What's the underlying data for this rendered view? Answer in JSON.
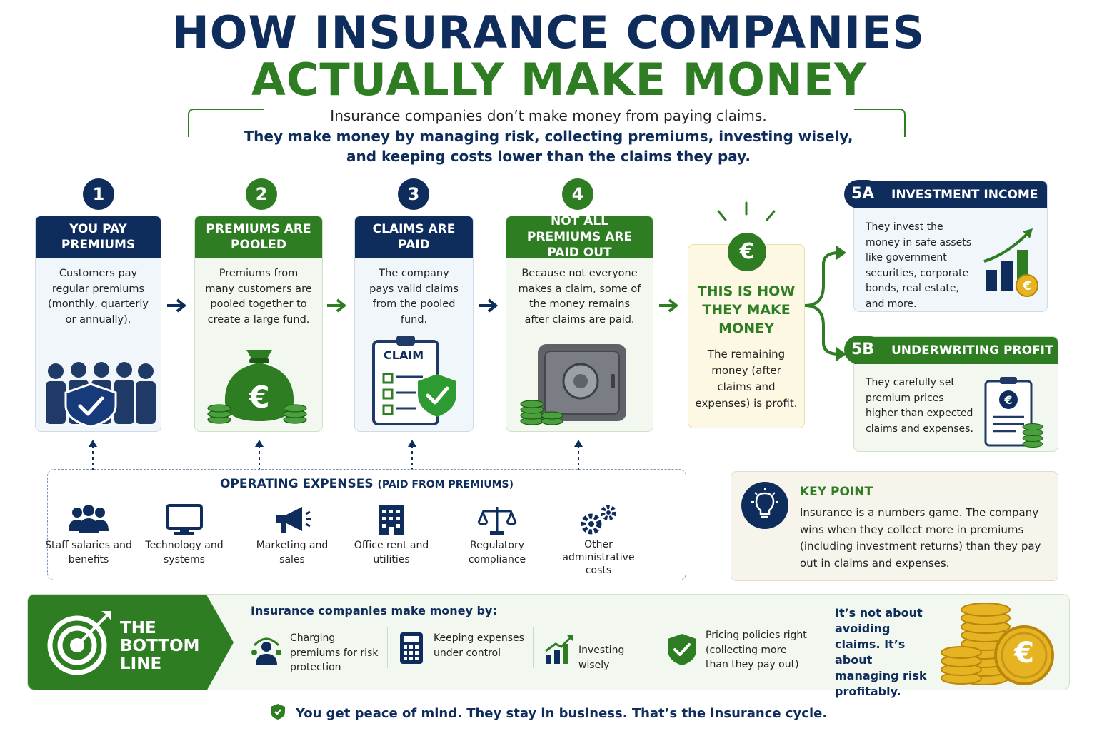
{
  "title": {
    "line1": "HOW INSURANCE COMPANIES",
    "line2": "ACTUALLY MAKE MONEY"
  },
  "subtitle": {
    "line1": "Insurance companies don’t make money from paying claims.",
    "line2": "They make money by managing risk, collecting premiums, investing wisely,",
    "line3": "and keeping costs lower than the claims they pay."
  },
  "steps": [
    {
      "number": "1",
      "title": "YOU PAY PREMIUMS",
      "text": "Customers pay regular premiums (monthly, quarterly or annually)."
    },
    {
      "number": "2",
      "title": "PREMIUMS ARE POOLED",
      "text": "Premiums from many customers are pooled together to create a large fund."
    },
    {
      "number": "3",
      "title": "CLAIMS ARE PAID",
      "text": "The company pays valid claims from the pooled fund.",
      "clipboard_label": "CLAIM"
    },
    {
      "number": "4",
      "title": "NOT ALL PREMIUMS ARE PAID OUT",
      "text": "Because not everyone makes a claim, some of the money remains after claims are paid."
    }
  ],
  "profit": {
    "symbol": "€",
    "title": "THIS IS HOW THEY MAKE MONEY",
    "text": "The remaining money (after claims and expenses) is profit."
  },
  "side5a": {
    "tag": "5A",
    "title": "INVESTMENT INCOME",
    "text": "They invest the money in safe assets like government securities, corporate bonds, real estate, and more."
  },
  "side5b": {
    "tag": "5B",
    "title": "UNDERWRITING PROFIT",
    "text": "They carefully set premium prices higher than expected claims and expenses."
  },
  "operating_expenses": {
    "title": "OPERATING EXPENSES",
    "subtitle": "(PAID FROM PREMIUMS)",
    "items": [
      {
        "label": "Staff salaries and benefits",
        "icon": "people-icon"
      },
      {
        "label": "Technology and systems",
        "icon": "monitor-icon"
      },
      {
        "label": "Marketing and sales",
        "icon": "megaphone-icon"
      },
      {
        "label": "Office rent and utilities",
        "icon": "building-icon"
      },
      {
        "label": "Regulatory compliance",
        "icon": "scales-icon"
      },
      {
        "label": "Other administrative costs",
        "icon": "gears-icon"
      }
    ]
  },
  "key_point": {
    "title": "KEY POINT",
    "text": "Insurance is a numbers game. The company wins when they collect more in premiums (including investment returns) than they pay out in claims and expenses."
  },
  "bottom_line": {
    "title": "THE BOTTOM LINE",
    "heading": "Insurance companies make money by:",
    "items": [
      {
        "label": "Charging premiums for risk protection",
        "icon": "person-protection-icon"
      },
      {
        "label": "Keeping expenses under control",
        "icon": "calculator-icon"
      },
      {
        "label": "Investing wisely",
        "icon": "growth-chart-icon"
      },
      {
        "label": "Pricing policies right (collecting more than they pay out)",
        "icon": "check-shield-icon"
      }
    ],
    "quote": "It’s not about avoiding claims. It’s about managing risk profitably.",
    "coin_symbol": "€"
  },
  "footer": "You get peace of mind. They stay in business. That’s the insurance cycle.",
  "colors": {
    "navy": "#0f2d5c",
    "green": "#2e7d23",
    "gold": "#e6b422"
  }
}
